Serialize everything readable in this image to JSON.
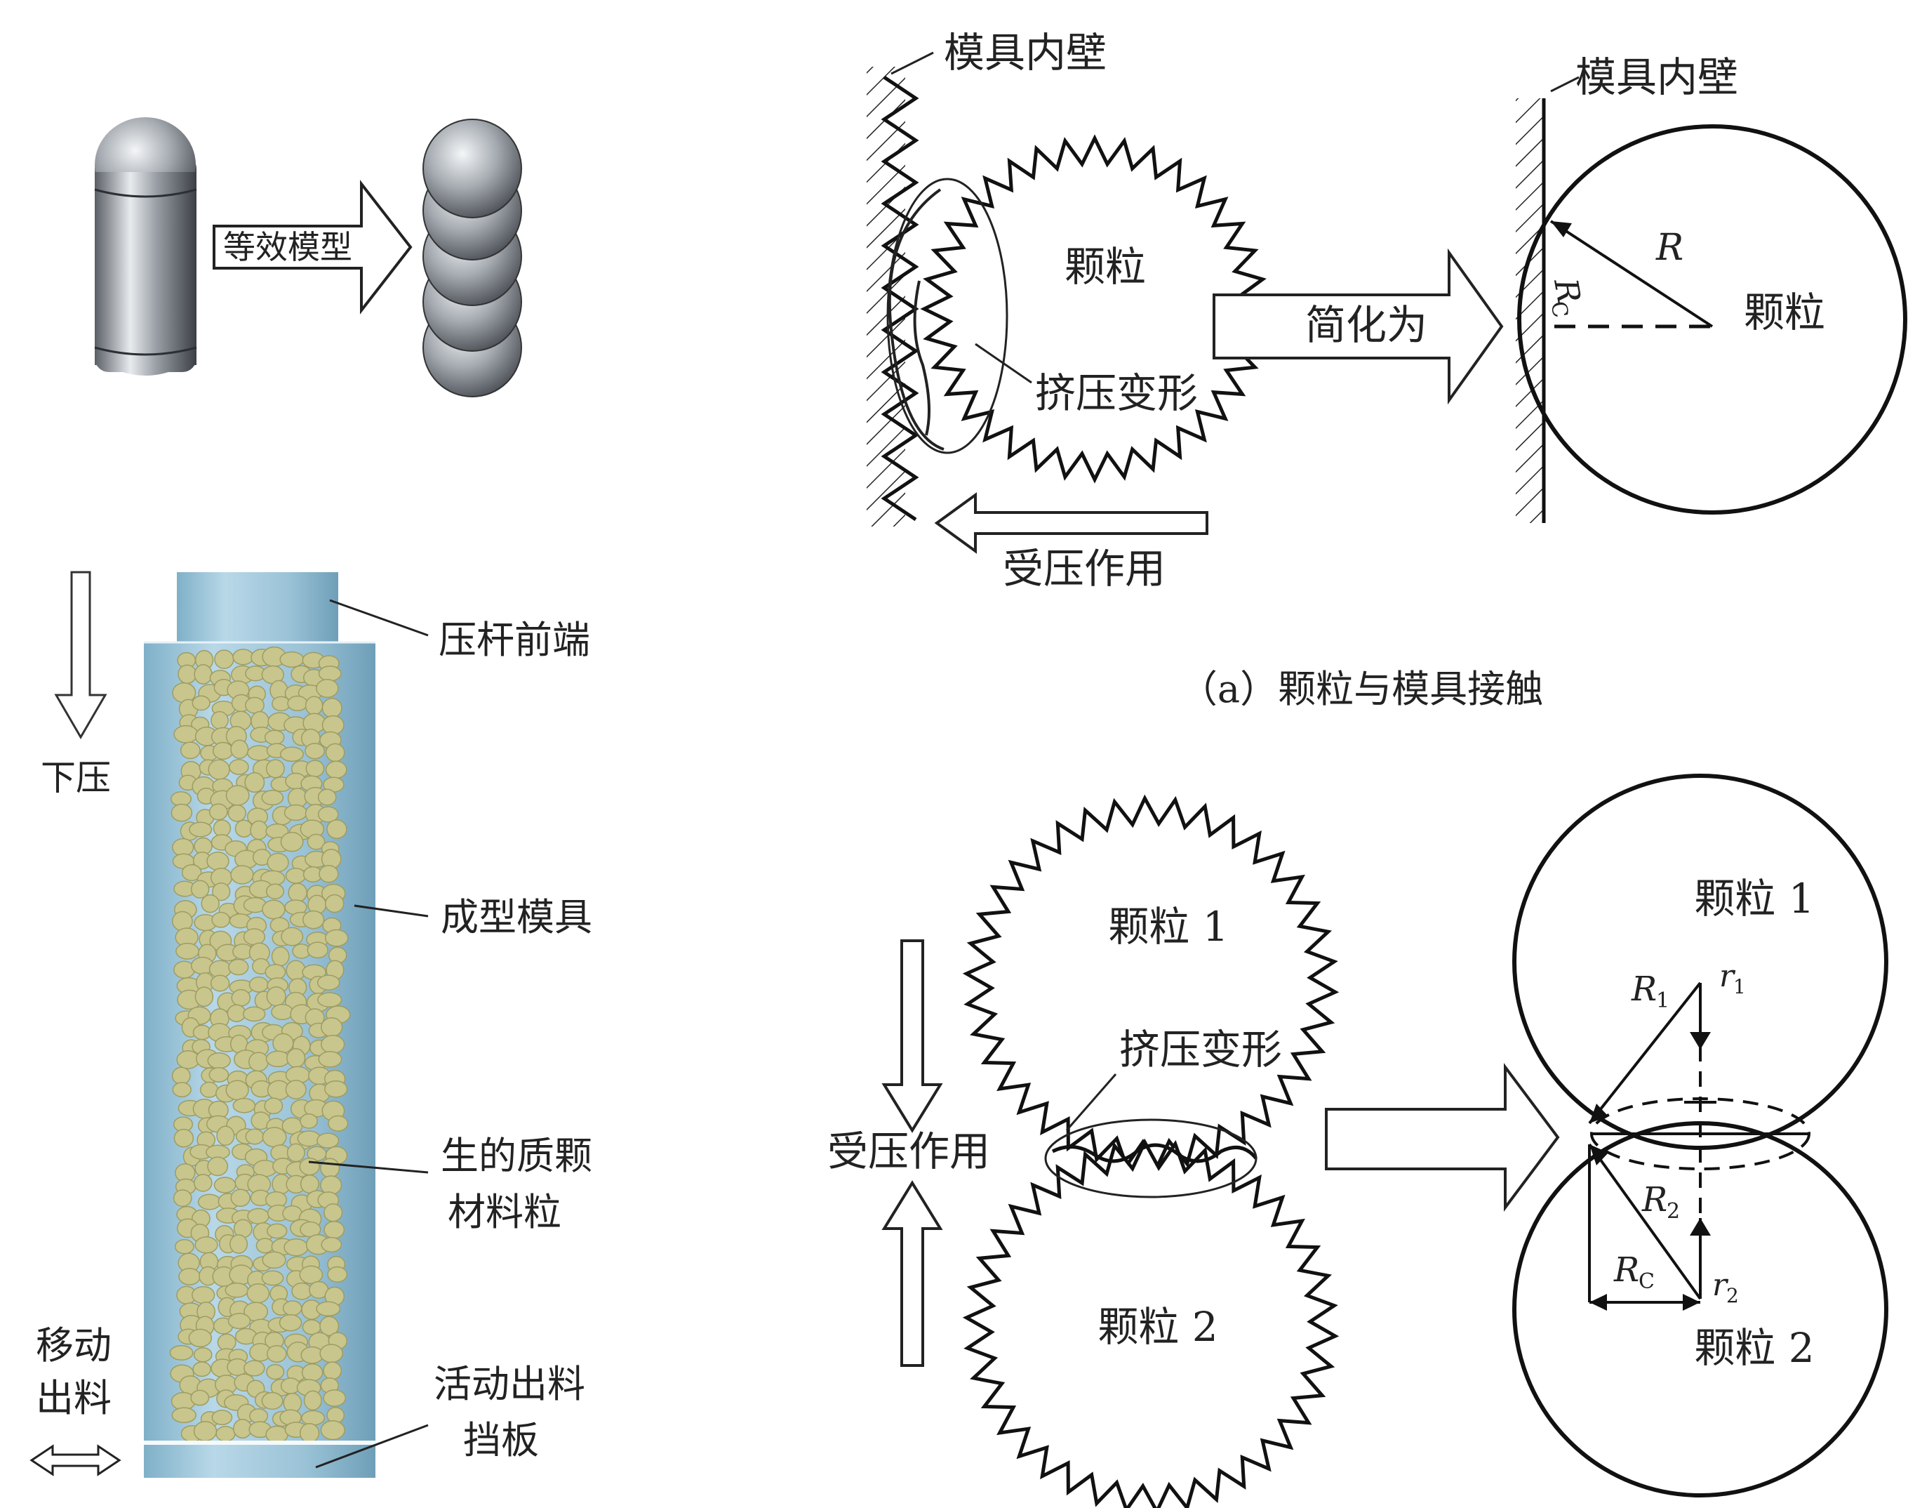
{
  "capsule": {
    "arrow_label": "等效模型"
  },
  "press": {
    "down_label": "下压",
    "piston_label": "压杆前端",
    "mold_label": "成型模具",
    "particles_label_line1": "生的质颗",
    "particles_label_line2": "材料粒",
    "discharge_label_line1": "移动",
    "discharge_label_line2": "出料",
    "baffle_label_line1": "活动出料",
    "baffle_label_line2": "挡板",
    "particle_color": "#c8c68c",
    "mold_color": "#9dc3d6"
  },
  "panel_a": {
    "wall_label_left": "模具内壁",
    "wall_label_right": "模具内壁",
    "particle_label": "颗粒",
    "deform_label": "挤压变形",
    "simplify_label": "简化为",
    "pressure_label": "受压作用",
    "particle_label_right": "颗粒",
    "R_label": "R",
    "Rc_label_main": "R",
    "Rc_label_sub": "C",
    "caption": "（a）颗粒与模具接触"
  },
  "panel_b": {
    "particle1_label": "颗粒 1",
    "particle2_label": "颗粒 2",
    "deform_label": "挤压变形",
    "pressure_label": "受压作用",
    "particle1_label_right": "颗粒 1",
    "particle2_label_right": "颗粒 2",
    "R1_main": "R",
    "R1_sub": "1",
    "R2_main": "R",
    "R2_sub": "2",
    "Rc_main": "R",
    "Rc_sub": "C",
    "r1_main": "r",
    "r1_sub": "1",
    "r2_main": "r",
    "r2_sub": "2"
  }
}
